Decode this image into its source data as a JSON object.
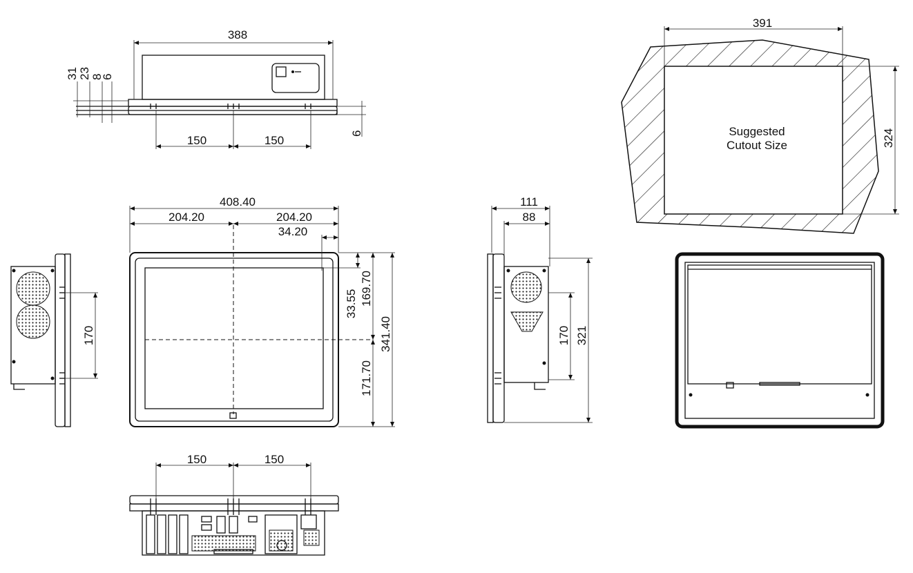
{
  "top_view": {
    "width": "388",
    "h31": "31",
    "h23": "23",
    "h8": "8",
    "h6": "6",
    "flange": "6",
    "mount_left": "150",
    "mount_right": "150"
  },
  "front_view": {
    "width": "408.40",
    "half_left": "204.20",
    "half_right": "204.20",
    "offset_right": "34.20",
    "offset_top": "33.55",
    "upper_height": "169.70",
    "total_height": "341.40",
    "lower_height": "171.70"
  },
  "left_side_view": {
    "mount_vertical": "170"
  },
  "right_side_view": {
    "depth": "111",
    "body_depth": "88",
    "mount_vertical": "170",
    "body_height": "321"
  },
  "cutout": {
    "width": "391",
    "height": "324",
    "label_line1": "Suggested",
    "label_line2": "Cutout Size"
  },
  "bottom_view": {
    "mount_left": "150",
    "mount_right": "150"
  }
}
